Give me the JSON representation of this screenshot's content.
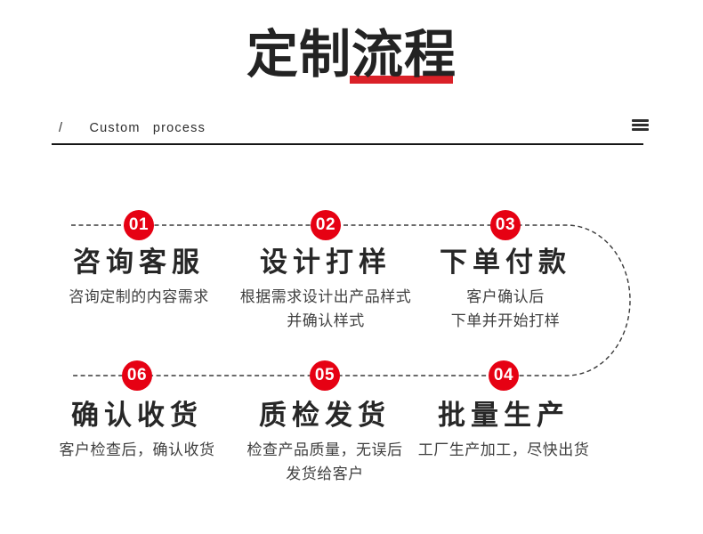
{
  "title": {
    "plain": "定制",
    "highlighted": "流程"
  },
  "subtitle": {
    "slash": "/",
    "text": "Custom process"
  },
  "steps": [
    {
      "num": "01",
      "title": "咨询客服",
      "desc": [
        "咨询定制的内容需求"
      ]
    },
    {
      "num": "02",
      "title": "设计打样",
      "desc": [
        "根据需求设计出产品样式",
        "并确认样式"
      ]
    },
    {
      "num": "03",
      "title": "下单付款",
      "desc": [
        "客户确认后",
        "下单并开始打样"
      ]
    },
    {
      "num": "04",
      "title": "批量生产",
      "desc": [
        "工厂生产加工，尽快出货"
      ]
    },
    {
      "num": "05",
      "title": "质检发货",
      "desc": [
        "检查产品质量，无误后",
        "发货给客户"
      ]
    },
    {
      "num": "06",
      "title": "确认收货",
      "desc": [
        "客户检查后，确认收货"
      ]
    }
  ],
  "colors": {
    "accent_red": "#e60113",
    "underline_red": "#da2128",
    "title_text": "#232323",
    "body_text": "#3f3f3f",
    "dashed_line": "#383838"
  },
  "icons": {
    "menu": "hamburger-menu"
  }
}
